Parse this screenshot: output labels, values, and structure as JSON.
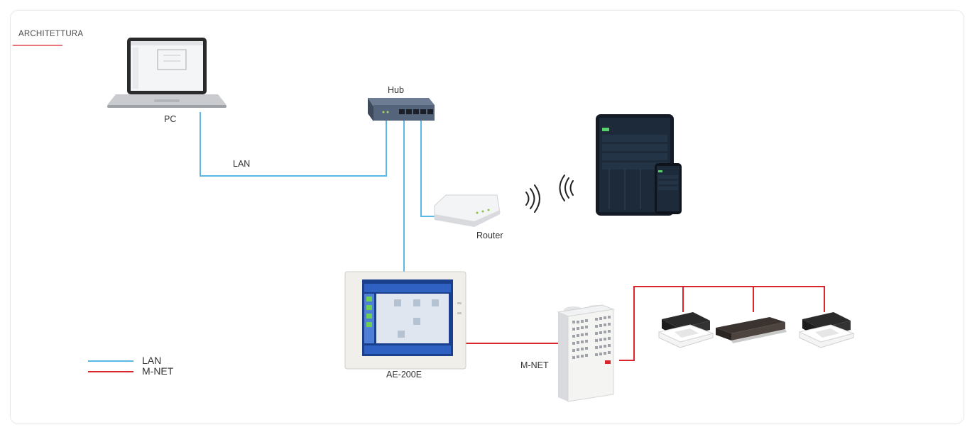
{
  "section": {
    "title": "ARCHITETTURA"
  },
  "devices": {
    "pc": "PC",
    "hub": "Hub",
    "router": "Router",
    "controller": "AE-200E"
  },
  "links": {
    "lan": "LAN",
    "mnet": "M-NET"
  },
  "legend": [
    {
      "label": "LAN",
      "color": "#5bb8e4"
    },
    {
      "label": "M-NET",
      "color": "#d9262c"
    }
  ],
  "colors": {
    "lan": "#5bb8e4",
    "mnet": "#d9262c",
    "accent": "#e9757c"
  }
}
